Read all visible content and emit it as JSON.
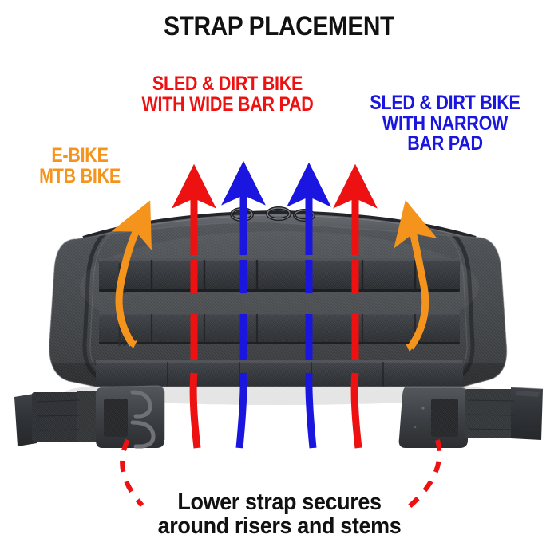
{
  "title": "STRAP PLACEMENT",
  "labels": {
    "red": "SLED & DIRT BIKE\nWITH WIDE BAR PAD",
    "blue": "SLED & DIRT BIKE\nWITH NARROW\nBAR PAD",
    "orange": "E-BIKE\nMTB BIKE",
    "caption": "Lower strap secures\naround risers and stems"
  },
  "colors": {
    "red": "#ee1111",
    "blue": "#1a16e0",
    "orange": "#f5941d",
    "black": "#111111",
    "background": "#ffffff",
    "bag_dark": "#3b3d40",
    "bag_mid": "#4a4d50",
    "bag_light": "#5c6064",
    "webbing": "#34373a",
    "buckle": "#3c3f43"
  },
  "annotations": {
    "arrow_groups": [
      {
        "name": "orange-curved-left",
        "color": "#f5941d",
        "meaning": "E-BIKE / MTB BIKE strap path"
      },
      {
        "name": "red-straight-left",
        "color": "#ee1111",
        "meaning": "Sled & dirt bike with wide bar pad"
      },
      {
        "name": "blue-straight-left",
        "color": "#1a16e0",
        "meaning": "Sled & dirt bike with narrow bar pad"
      },
      {
        "name": "blue-straight-right",
        "color": "#1a16e0",
        "meaning": "Sled & dirt bike with narrow bar pad"
      },
      {
        "name": "red-straight-right",
        "color": "#ee1111",
        "meaning": "Sled & dirt bike with wide bar pad"
      },
      {
        "name": "orange-curved-right",
        "color": "#f5941d",
        "meaning": "E-BIKE / MTB BIKE strap path"
      }
    ],
    "dashed_leaders": [
      {
        "name": "dashed-leader-left",
        "color": "#ee1111",
        "from": "left-buckle",
        "to": "caption"
      },
      {
        "name": "dashed-leader-right",
        "color": "#ee1111",
        "from": "right-buckle",
        "to": "caption"
      }
    ]
  },
  "product": {
    "name": "handlebar-bag",
    "parts": [
      "zipper-top",
      "zipper-pull",
      "molle-webbing-row-upper",
      "molle-webbing-row-middle",
      "molle-webbing-row-lower",
      "side-release-buckle-left",
      "side-release-buckle-right",
      "webbing-strap-left",
      "webbing-strap-right"
    ]
  }
}
